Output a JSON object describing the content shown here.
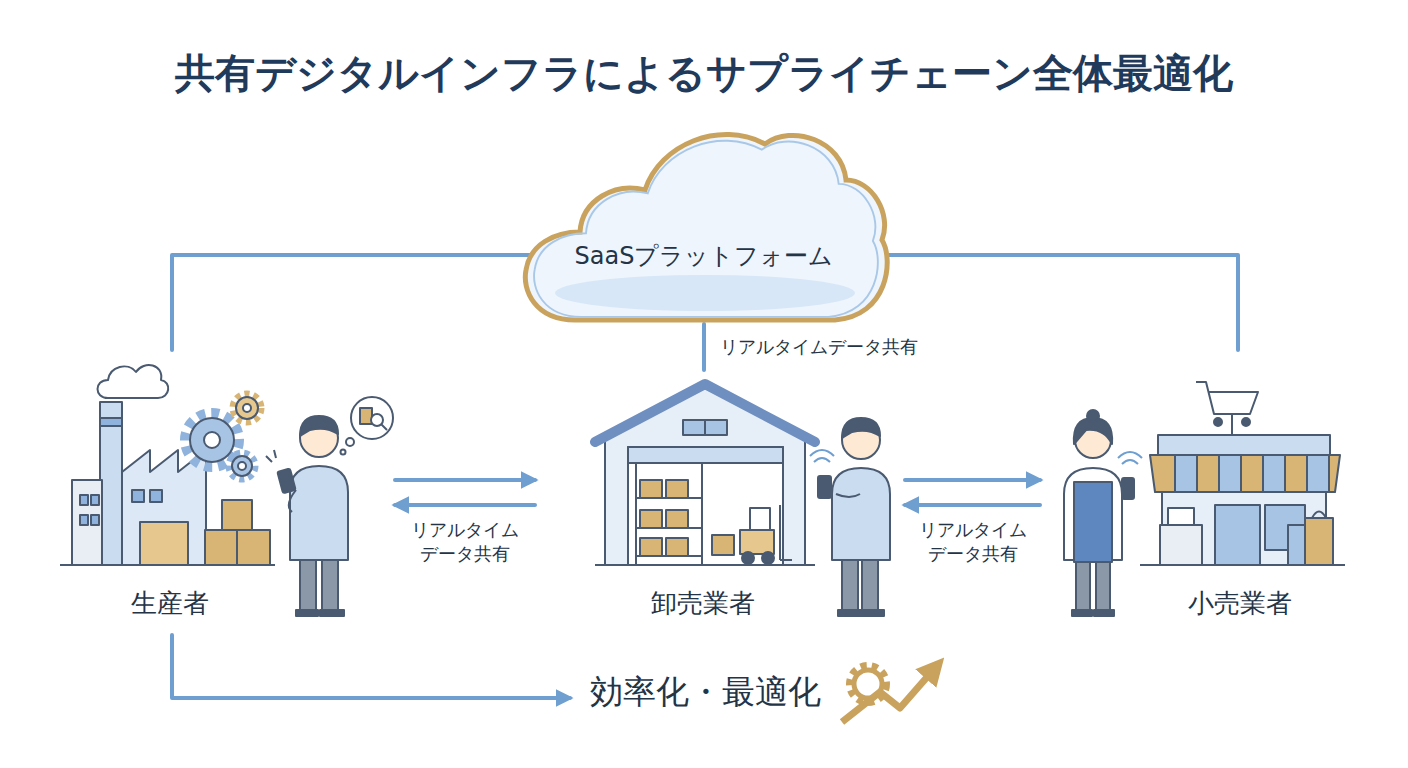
{
  "diagram": {
    "title": "共有デジタルインフラによるサプライチェーン全体最適化",
    "nodes": [
      {
        "text": [
          "SaaSプラットフォーム"
        ]
      },
      {
        "text": [
          "生産者"
        ]
      },
      {
        "text": [
          "卸売業者"
        ]
      },
      {
        "text": [
          "小売業者"
        ]
      },
      {
        "text": [
          "効率化・最適化"
        ]
      }
    ],
    "edges": [
      {
        "from": 0,
        "to": 1,
        "arrow": "none"
      },
      {
        "from": 0,
        "to": 2,
        "label": "リアルタイムデータ共有",
        "arrow": "none"
      },
      {
        "from": 0,
        "to": 3,
        "arrow": "none"
      },
      {
        "from": 1,
        "to": 2,
        "label": "リアルタイム データ共有",
        "arrow": "both"
      },
      {
        "from": 2,
        "to": 3,
        "label": "リアルタイム データ共有",
        "arrow": "both"
      },
      {
        "from": 1,
        "to": 4,
        "arrow": "to"
      }
    ]
  }
}
